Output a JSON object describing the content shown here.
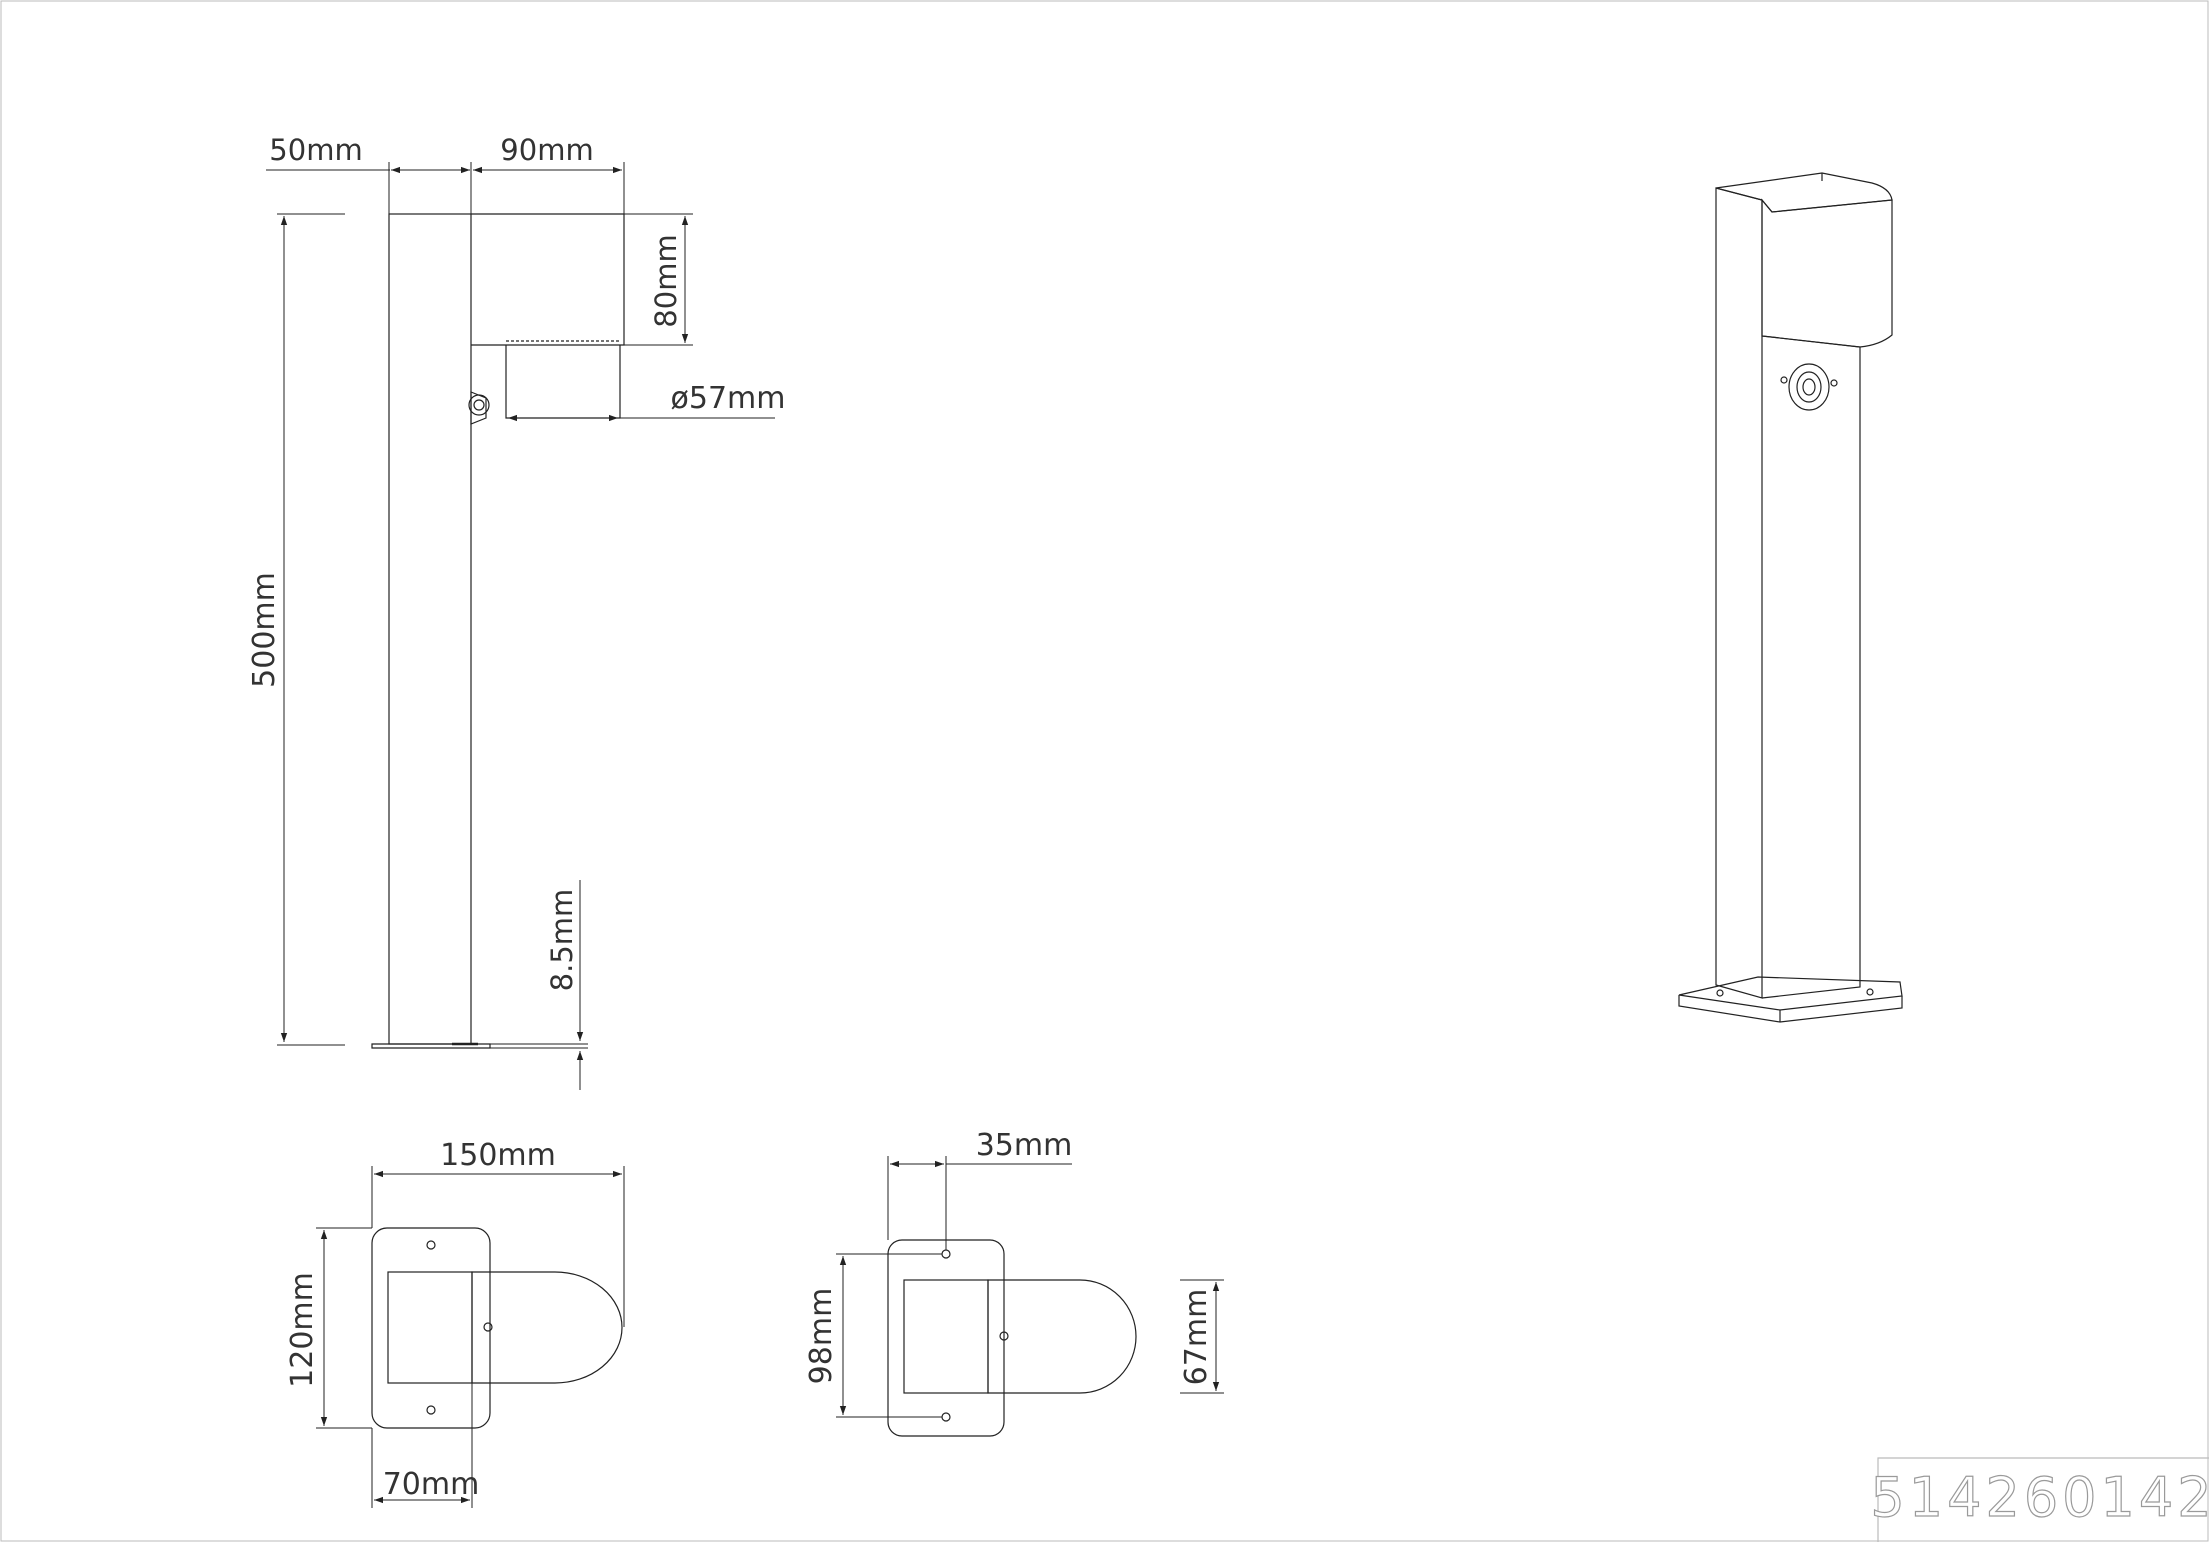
{
  "dimensions": {
    "arm_offset": "50mm",
    "head_length": "90mm",
    "head_height": "80mm",
    "sensor_diameter": "ø57mm",
    "total_height": "500mm",
    "base_thickness": "8.5mm",
    "top_length": "150mm",
    "top_depth": "120mm",
    "post_width": "70mm",
    "hole_offset": "35mm",
    "hole_spacing": "98mm",
    "head_width": "67mm"
  },
  "title_block": {
    "article_number": "514260142"
  },
  "colors": {
    "line": "#222222",
    "dim_text": "#333333",
    "title_text": "#9a9a9a"
  }
}
